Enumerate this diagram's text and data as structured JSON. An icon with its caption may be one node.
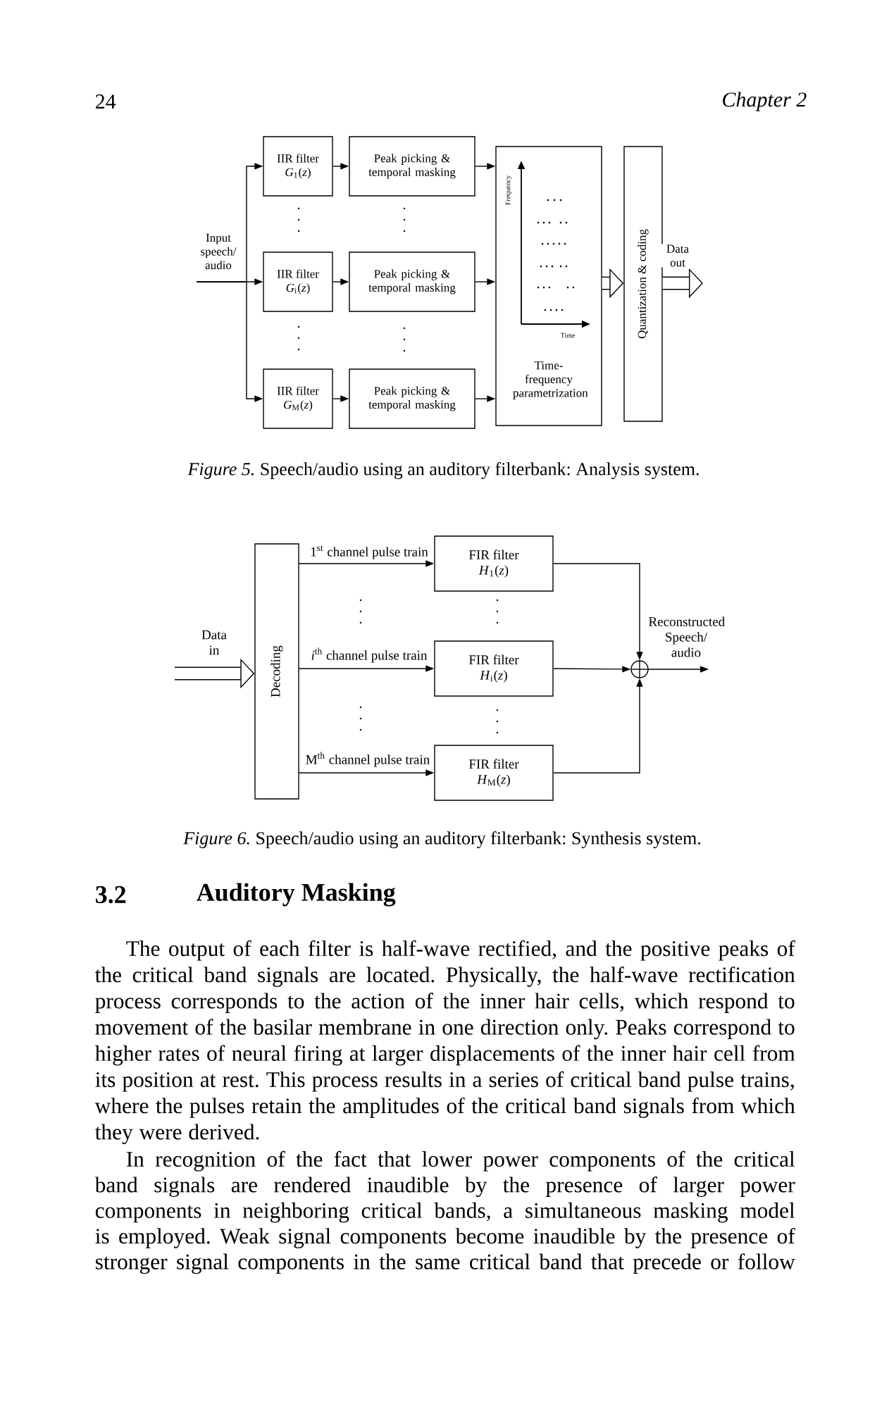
{
  "diagram": {
    "nodes": [
      {
        "text": [
          "Input speech/ audio"
        ]
      },
      {
        "text": [
          "IIR filter",
          "*G*$_{1}$(*z*)"
        ]
      },
      {
        "text": [
          "Peak picking & temporal masking"
        ]
      },
      {
        "text": [
          "IIR filter",
          "*G*$_{i}$(*z*)"
        ]
      },
      {
        "text": [
          "Peak picking & temporal masking"
        ]
      },
      {
        "text": [
          "IIR filter",
          "*G*$_{M}$(*z*)"
        ]
      },
      {
        "text": [
          "Peak picking & temporal masking"
        ]
      },
      {
        "text": [
          "Time-frequency parametrization"
        ]
      },
      {
        "text": [
          "Quantization & coding"
        ]
      },
      {
        "text": [
          "Decoding"
        ]
      },
      {
        "text": [
          "FIR filter",
          "*H*$_{1}$(*z*)"
        ]
      },
      {
        "text": [
          "FIR filter",
          "*H*$_{i}$(*z*)"
        ]
      },
      {
        "text": [
          "FIR filter",
          "*H*$_{M}$(*z*)"
        ]
      },
      {
        "text": [],
        "shape": "circle"
      }
    ],
    "edges": [
      {
        "from": 0,
        "to": 1,
        "arrow": "to"
      },
      {
        "from": 0,
        "to": 3,
        "arrow": "to"
      },
      {
        "from": 0,
        "to": 5,
        "arrow": "to"
      },
      {
        "from": 1,
        "to": 2,
        "arrow": "to"
      },
      {
        "from": 3,
        "to": 4,
        "arrow": "to"
      },
      {
        "from": 5,
        "to": 6,
        "arrow": "to"
      },
      {
        "from": 2,
        "to": 7,
        "arrow": "to"
      },
      {
        "from": 4,
        "to": 7,
        "arrow": "to"
      },
      {
        "from": 6,
        "to": 7,
        "arrow": "to"
      },
      {
        "from": 7,
        "to": 8,
        "arrow": "to",
        "style": "thick"
      },
      {
        "from": 8,
        "to": null,
        "arrow": "to",
        "style": "thick",
        "label": "Data out"
      },
      {
        "from": null,
        "to": 9,
        "arrow": "to",
        "style": "thick",
        "label": "Data in"
      },
      {
        "from": 9,
        "to": 10,
        "arrow": "to",
        "label": "1$^{st}$ channel pulse train"
      },
      {
        "from": 9,
        "to": 11,
        "arrow": "to",
        "label": "*i*$^{th}$ channel pulse train"
      },
      {
        "from": 9,
        "to": 12,
        "arrow": "to",
        "label": "M$^{th}$ channel pulse train"
      },
      {
        "from": 10,
        "to": 13,
        "arrow": "to"
      },
      {
        "from": 11,
        "to": 13,
        "arrow": "to"
      },
      {
        "from": 12,
        "to": 13,
        "arrow": "to"
      },
      {
        "from": 13,
        "to": null,
        "arrow": "to",
        "label": "Reconstructed Speech/ audio"
      }
    ],
    "labels": [
      "24",
      "Chapter 2",
      "Frequency",
      "Time",
      "*Figure 5.* Speech/audio using an auditory filterbank: Analysis system.",
      "*Figure 6.* Speech/audio using an auditory filterbank: Synthesis system.",
      "3.2",
      "Auditory Masking",
      "The output of each filter is half-wave rectified, and the positive peaks of the critical band signals are located. Physically, the half-wave rectification process corresponds to the action of the inner hair cells, which respond to movement of the basilar membrane in one direction only. Peaks correspond to higher rates of neural firing at larger displacements of the inner hair cell from its position at rest. This process results in a series of critical band pulse trains, where the pulses retain the amplitudes of the critical band signals from which they were derived.",
      "In recognition of the fact that lower power components of the critical band signals are rendered inaudible by the presence of larger power components in neighboring critical bands, a simultaneous masking model is employed. Weak signal components become inaudible by the presence of stronger signal components in the same critical band that precede or follow"
    ]
  }
}
